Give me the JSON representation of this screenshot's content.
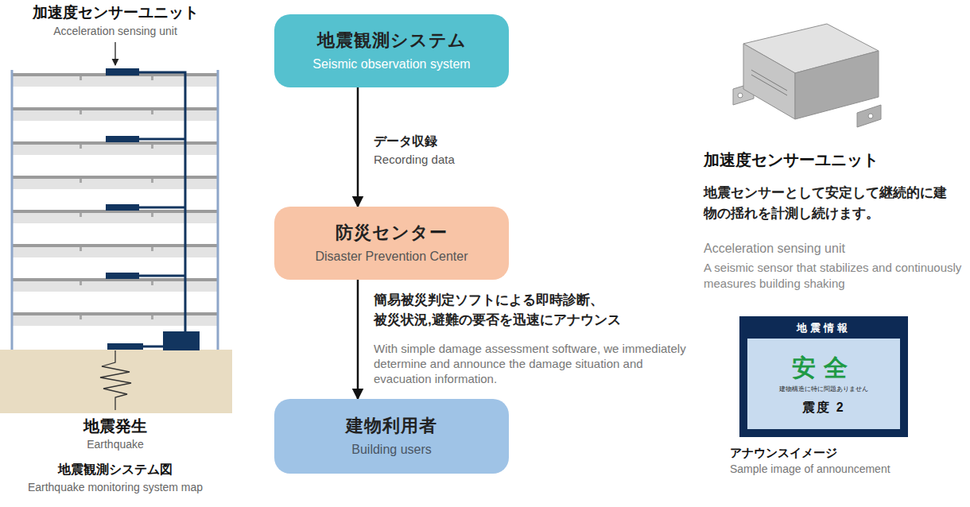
{
  "diagram": {
    "nodes": [
      {
        "text": [
          "地震観測システム",
          "Seismic observation system"
        ]
      },
      {
        "text": [
          "防災センター",
          "Disaster Prevention Center"
        ]
      },
      {
        "text": [
          "建物利用者",
          "Building users"
        ]
      },
      {
        "text": [
          "地震情報"
        ]
      },
      {
        "text": [
          "安全",
          "建物構造に特に問題ありません",
          "震度 2"
        ],
        "in": 3
      }
    ],
    "edges": [
      {
        "from": 0,
        "to": 1,
        "arrow": "to",
        "label": "データ収録"
      },
      {
        "from": 1,
        "to": 2,
        "arrow": "to",
        "label": "簡易被災判定ソフトによる即時診断、 被災状況,避難の要否を迅速にアナウンス"
      }
    ],
    "labels": [
      "加速度センサーユニット",
      "Acceleration sensing unit",
      "地震発生",
      "Earthquake",
      "地震観測システム図",
      "Earthquake monitoring system map",
      "Recording data",
      "With simple damage assessment software, we immediately determine and announce the damage situation and evacuation information.",
      "加速度センサーユニット",
      "地震センサーとして安定して継続的に建物の揺れを計測し続けます。",
      "Acceleration sensing unit",
      "A seismic sensor that stabilizes and continuously measures building shaking",
      "アナウンスイメージ",
      "Sample image of announcement"
    ]
  }
}
